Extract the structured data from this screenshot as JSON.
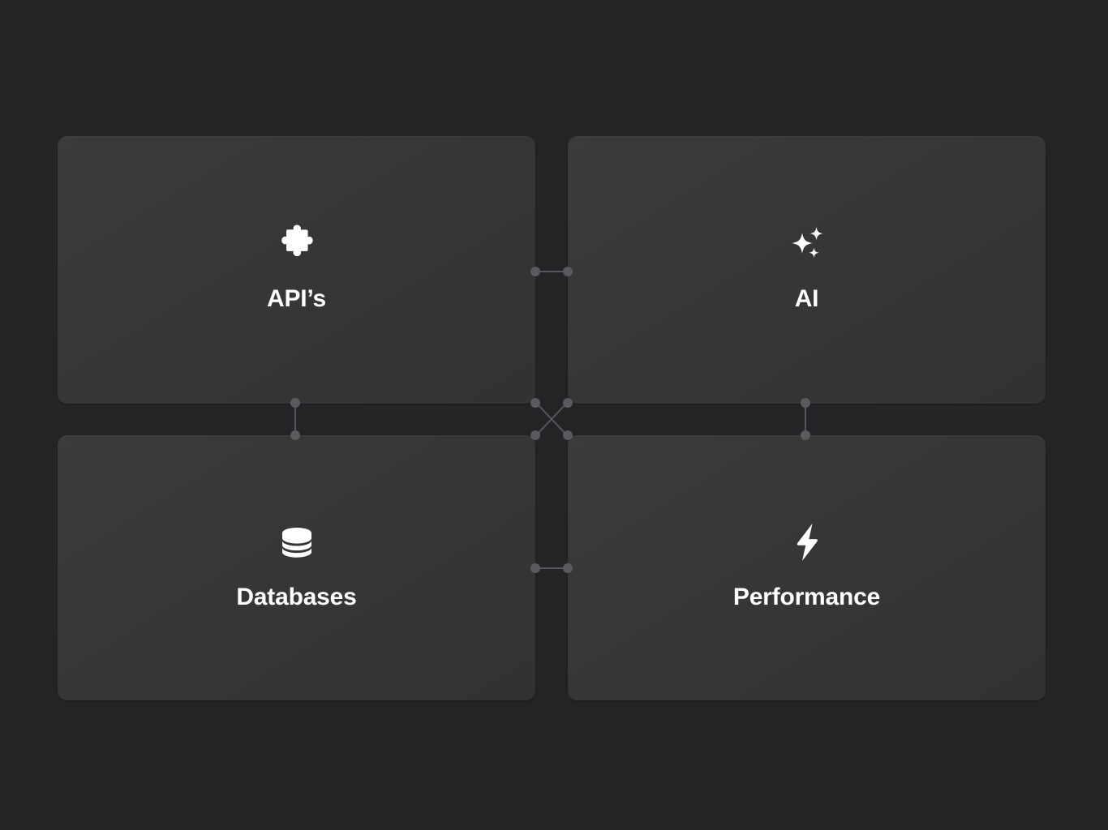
{
  "theme": {
    "background": "#242426",
    "card_background": "#363636",
    "label_color": "#ffffff",
    "connector_color": "#55555a",
    "connector_dot_color": "#5a5a5f"
  },
  "grid": {
    "columns": 2,
    "rows": 2,
    "cards": [
      {
        "id": "apis",
        "label": "API’s",
        "icon": "puzzle-piece-icon",
        "position": "top-left"
      },
      {
        "id": "ai",
        "label": "AI",
        "icon": "sparkles-icon",
        "position": "top-right"
      },
      {
        "id": "databases",
        "label": "Databases",
        "icon": "database-stack-icon",
        "position": "bottom-left"
      },
      {
        "id": "performance",
        "label": "Performance",
        "icon": "lightning-bolt-icon",
        "position": "bottom-right"
      }
    ]
  },
  "connectors": [
    {
      "id": "top-horizontal",
      "icon": "connector-line-horizontal"
    },
    {
      "id": "bottom-horizontal",
      "icon": "connector-line-horizontal"
    },
    {
      "id": "left-vertical",
      "icon": "connector-line-vertical"
    },
    {
      "id": "right-vertical",
      "icon": "connector-line-vertical"
    },
    {
      "id": "center-cross",
      "icon": "connector-line-cross"
    }
  ]
}
